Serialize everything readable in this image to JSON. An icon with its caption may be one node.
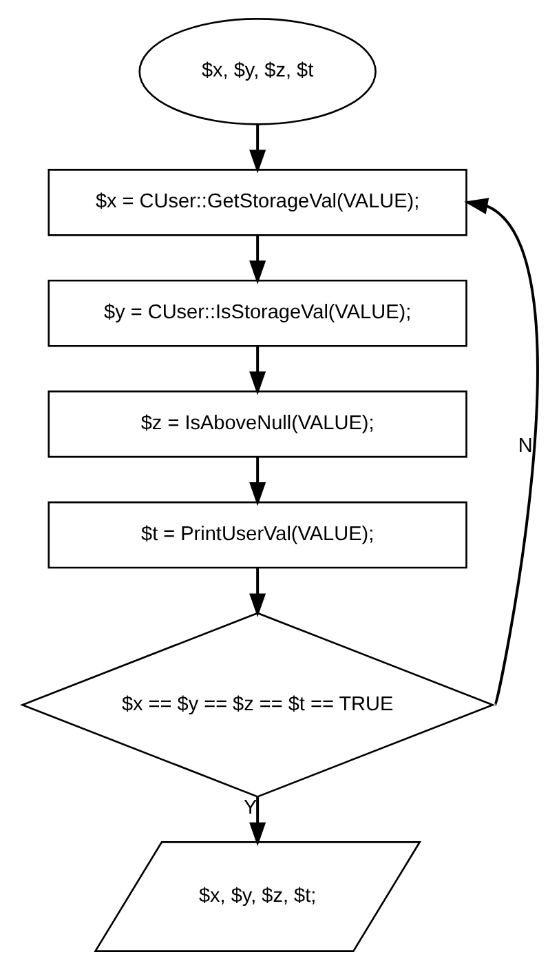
{
  "diagram": {
    "nodes": [
      {
        "text": [
          "$x, $y, $z, $t"
        ]
      },
      {
        "text": [
          "$x = CUser::GetStorageVal(VALUE);"
        ]
      },
      {
        "text": [
          "$y = CUser::IsStorageVal(VALUE);"
        ]
      },
      {
        "text": [
          "$z = IsAboveNull(VALUE);"
        ]
      },
      {
        "text": [
          "$t = PrintUserVal(VALUE);"
        ]
      },
      {
        "text": [
          "$x == $y == $z == $t == TRUE"
        ]
      },
      {
        "text": [
          "$x, $y, $z, $t;"
        ]
      }
    ],
    "edges": [
      {
        "from": 0,
        "to": 1,
        "arrow": "to"
      },
      {
        "from": 1,
        "to": 2,
        "arrow": "to"
      },
      {
        "from": 2,
        "to": 3,
        "arrow": "to"
      },
      {
        "from": 3,
        "to": 4,
        "arrow": "to"
      },
      {
        "from": 4,
        "to": 5,
        "arrow": "to"
      },
      {
        "from": 5,
        "to": 6,
        "arrow": "to",
        "label": "Y"
      },
      {
        "from": 5,
        "to": 1,
        "arrow": "to",
        "label": "N"
      }
    ]
  }
}
